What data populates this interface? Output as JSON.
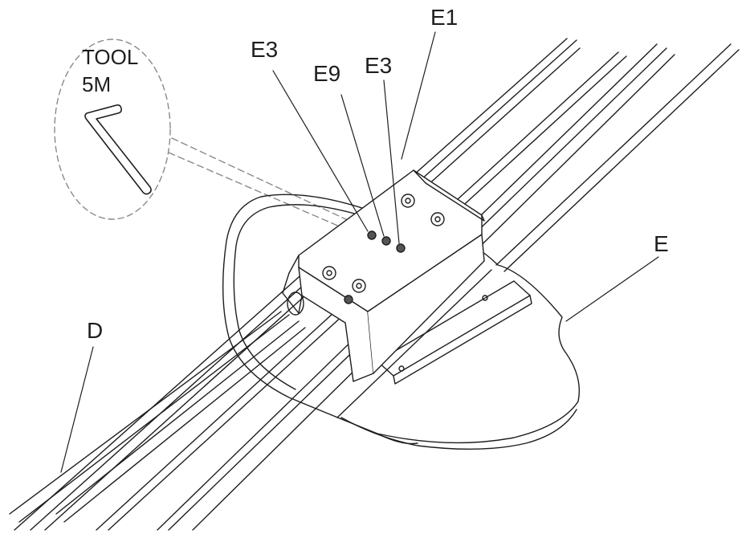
{
  "tool_callout": {
    "title": "TOOL",
    "size": "5M",
    "icon": "allen-key-icon"
  },
  "callouts": {
    "E3_left": "E3",
    "E9": "E9",
    "E3_right": "E3",
    "E1": "E1",
    "E": "E",
    "D": "D"
  },
  "colors": {
    "line": "#1e1e1e",
    "dashed": "#8a8a8a"
  }
}
